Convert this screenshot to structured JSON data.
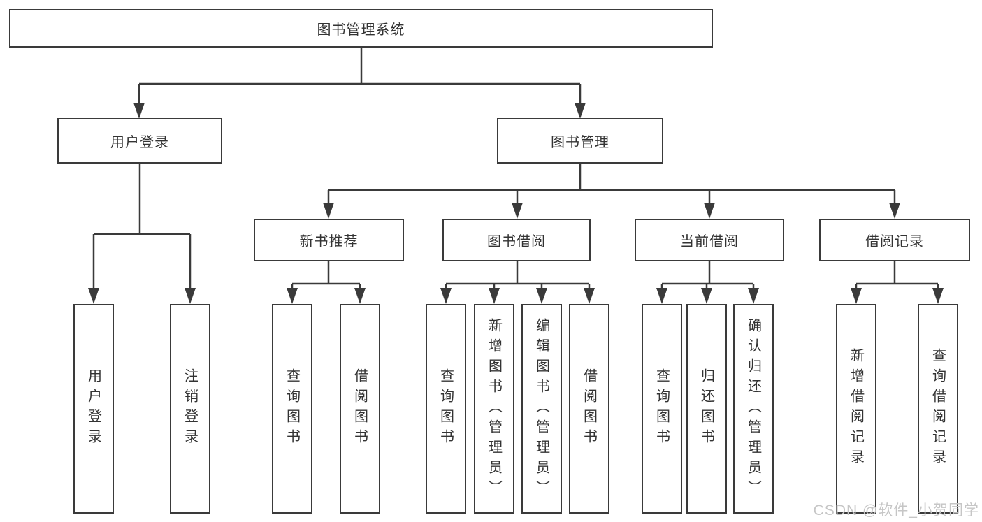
{
  "colors": {
    "line": "#3a3a3a",
    "text": "#333333",
    "background": "#ffffff",
    "watermark": "#c6c6c6"
  },
  "diagram": {
    "root": {
      "label": "图书管理系统"
    },
    "branches": [
      {
        "label": "用户登录",
        "children": [
          {
            "label": "用户登录"
          },
          {
            "label": "注销登录"
          }
        ]
      },
      {
        "label": "图书管理",
        "children": [
          {
            "label": "新书推荐",
            "children": [
              {
                "label": "查询图书"
              },
              {
                "label": "借阅图书"
              }
            ]
          },
          {
            "label": "图书借阅",
            "children": [
              {
                "label": "查询图书"
              },
              {
                "label": "新增图书（管理员）"
              },
              {
                "label": "编辑图书（管理员）"
              },
              {
                "label": "借阅图书"
              }
            ]
          },
          {
            "label": "当前借阅",
            "children": [
              {
                "label": "查询图书"
              },
              {
                "label": "归还图书"
              },
              {
                "label": "确认归还（管理员）"
              }
            ]
          },
          {
            "label": "借阅记录",
            "children": [
              {
                "label": "新增借阅记录"
              },
              {
                "label": "查询借阅记录"
              }
            ]
          }
        ]
      }
    ]
  },
  "watermark": {
    "text": "CSDN @软件_小贺同学"
  }
}
